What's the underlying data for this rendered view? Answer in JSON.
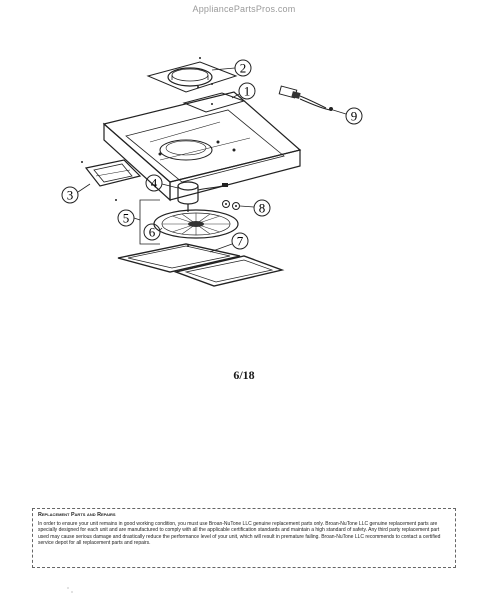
{
  "watermark": "AppliancePartsPros.com",
  "callouts": [
    "1",
    "2",
    "3",
    "4",
    "5",
    "6",
    "7",
    "8",
    "9"
  ],
  "page_number": "6/18",
  "notice": {
    "title": "Replacement Parts and Repairs",
    "body": "In order to ensure your unit remains in good working condition, you must use Broan-NuTone LLC genuine replacement parts only. Broan-NuTone LLC genuine replacement parts are specially designed for each unit and are manufactured to comply with all the applicable certification standards and maintain a high standard of safety. Any third party replacement part used may cause serious damage and drastically reduce the performance level of your unit, which will result in premature failing. Broan-NuTone LLC recommends to contact a certified service depot for all replacement parts and repairs."
  }
}
